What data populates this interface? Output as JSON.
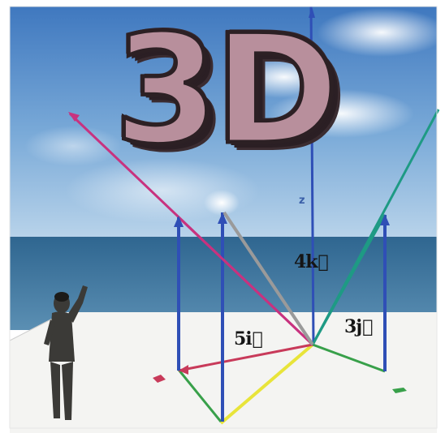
{
  "scene": {
    "title_text": "3D",
    "axis_label_z": "z",
    "vector_labels": {
      "i_component": "5i⃗",
      "j_component": "3j⃗",
      "k_component": "4k⃗"
    },
    "colors": {
      "sky_top": "#4f86c8",
      "sky_bottom": "#a9c9e6",
      "sea": "#3c6f97",
      "floor": "#f4f4f2",
      "x_axis": "#c8327f",
      "y_axis": "#1e9a84",
      "z_axis": "#2f4fb6",
      "i_path": "#c83a5a",
      "j_path": "#38a04a",
      "diag": "#e8e43a",
      "resultant": "#9a9a9a"
    }
  }
}
